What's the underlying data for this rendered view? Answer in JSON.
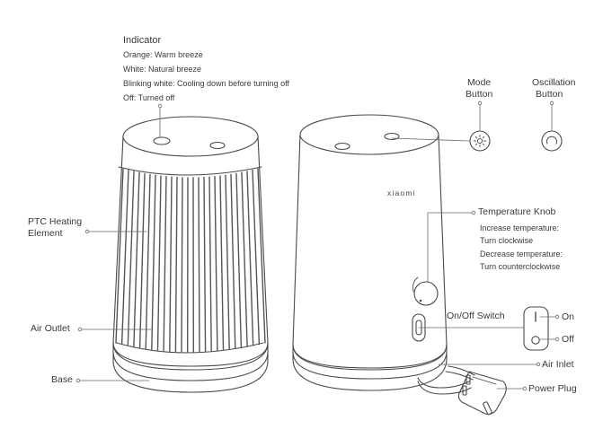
{
  "indicator": {
    "title": "Indicator",
    "lines": [
      "Orange: Warm breeze",
      "White: Natural breeze",
      "Blinking white: Cooling down before turning off",
      "Off: Turned off"
    ]
  },
  "labels": {
    "ptc_line1": "PTC Heating",
    "ptc_line2": "Element",
    "air_outlet": "Air Outlet",
    "base": "Base",
    "mode_line1": "Mode",
    "mode_line2": "Button",
    "osc_line1": "Oscillation",
    "osc_line2": "Button",
    "brand": "xiaomi",
    "temp_knob": "Temperature Knob",
    "temp_lines": [
      "Increase temperature:",
      "Turn clockwise",
      "Decrease temperature:",
      "Turn counterclockwise"
    ],
    "onoff_switch": "On/Off Switch",
    "on": "On",
    "off": "Off",
    "air_inlet": "Air Inlet",
    "power_plug": "Power Plug"
  }
}
